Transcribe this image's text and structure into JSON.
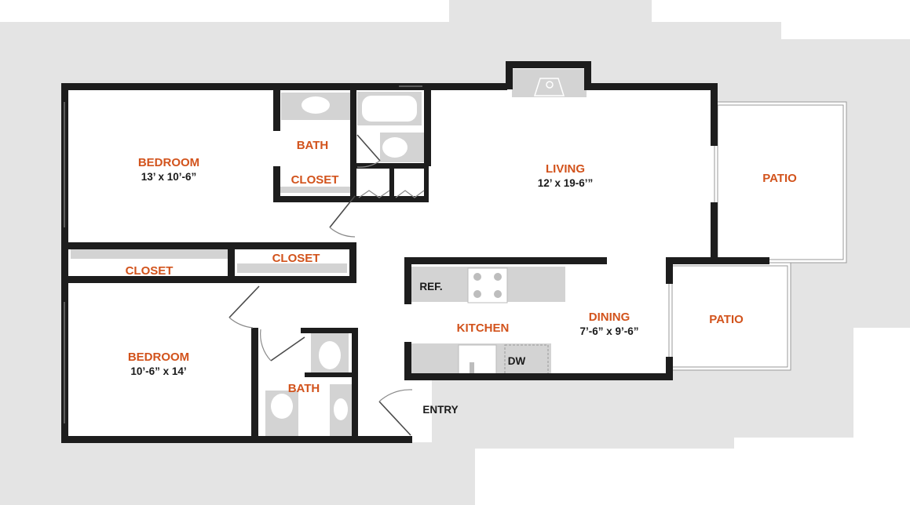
{
  "colors": {
    "room_label": "#d2531c",
    "wall": "#1d1d1d",
    "fixture": "#d3d3d3",
    "surround": "#e4e4e4"
  },
  "rooms": {
    "bedroom1": {
      "name": "BEDROOM",
      "dim": "13’ x 10’-6”"
    },
    "bath1": {
      "name": "BATH"
    },
    "closet1": {
      "name": "CLOSET"
    },
    "living": {
      "name": "LIVING",
      "dim": "12’ x 19-6’”"
    },
    "patio1": {
      "name": "PATIO"
    },
    "closet2": {
      "name": "CLOSET"
    },
    "closet3": {
      "name": "CLOSET"
    },
    "kitchen": {
      "name": "KITCHEN"
    },
    "dining": {
      "name": "DINING",
      "dim": "7’-6” x 9’-6”"
    },
    "patio2": {
      "name": "PATIO"
    },
    "bedroom2": {
      "name": "BEDROOM",
      "dim": "10’-6” x 14’"
    },
    "bath2": {
      "name": "BATH"
    },
    "entry": {
      "name": "ENTRY"
    }
  },
  "fixtures": {
    "ref": "REF.",
    "dw": "DW"
  }
}
